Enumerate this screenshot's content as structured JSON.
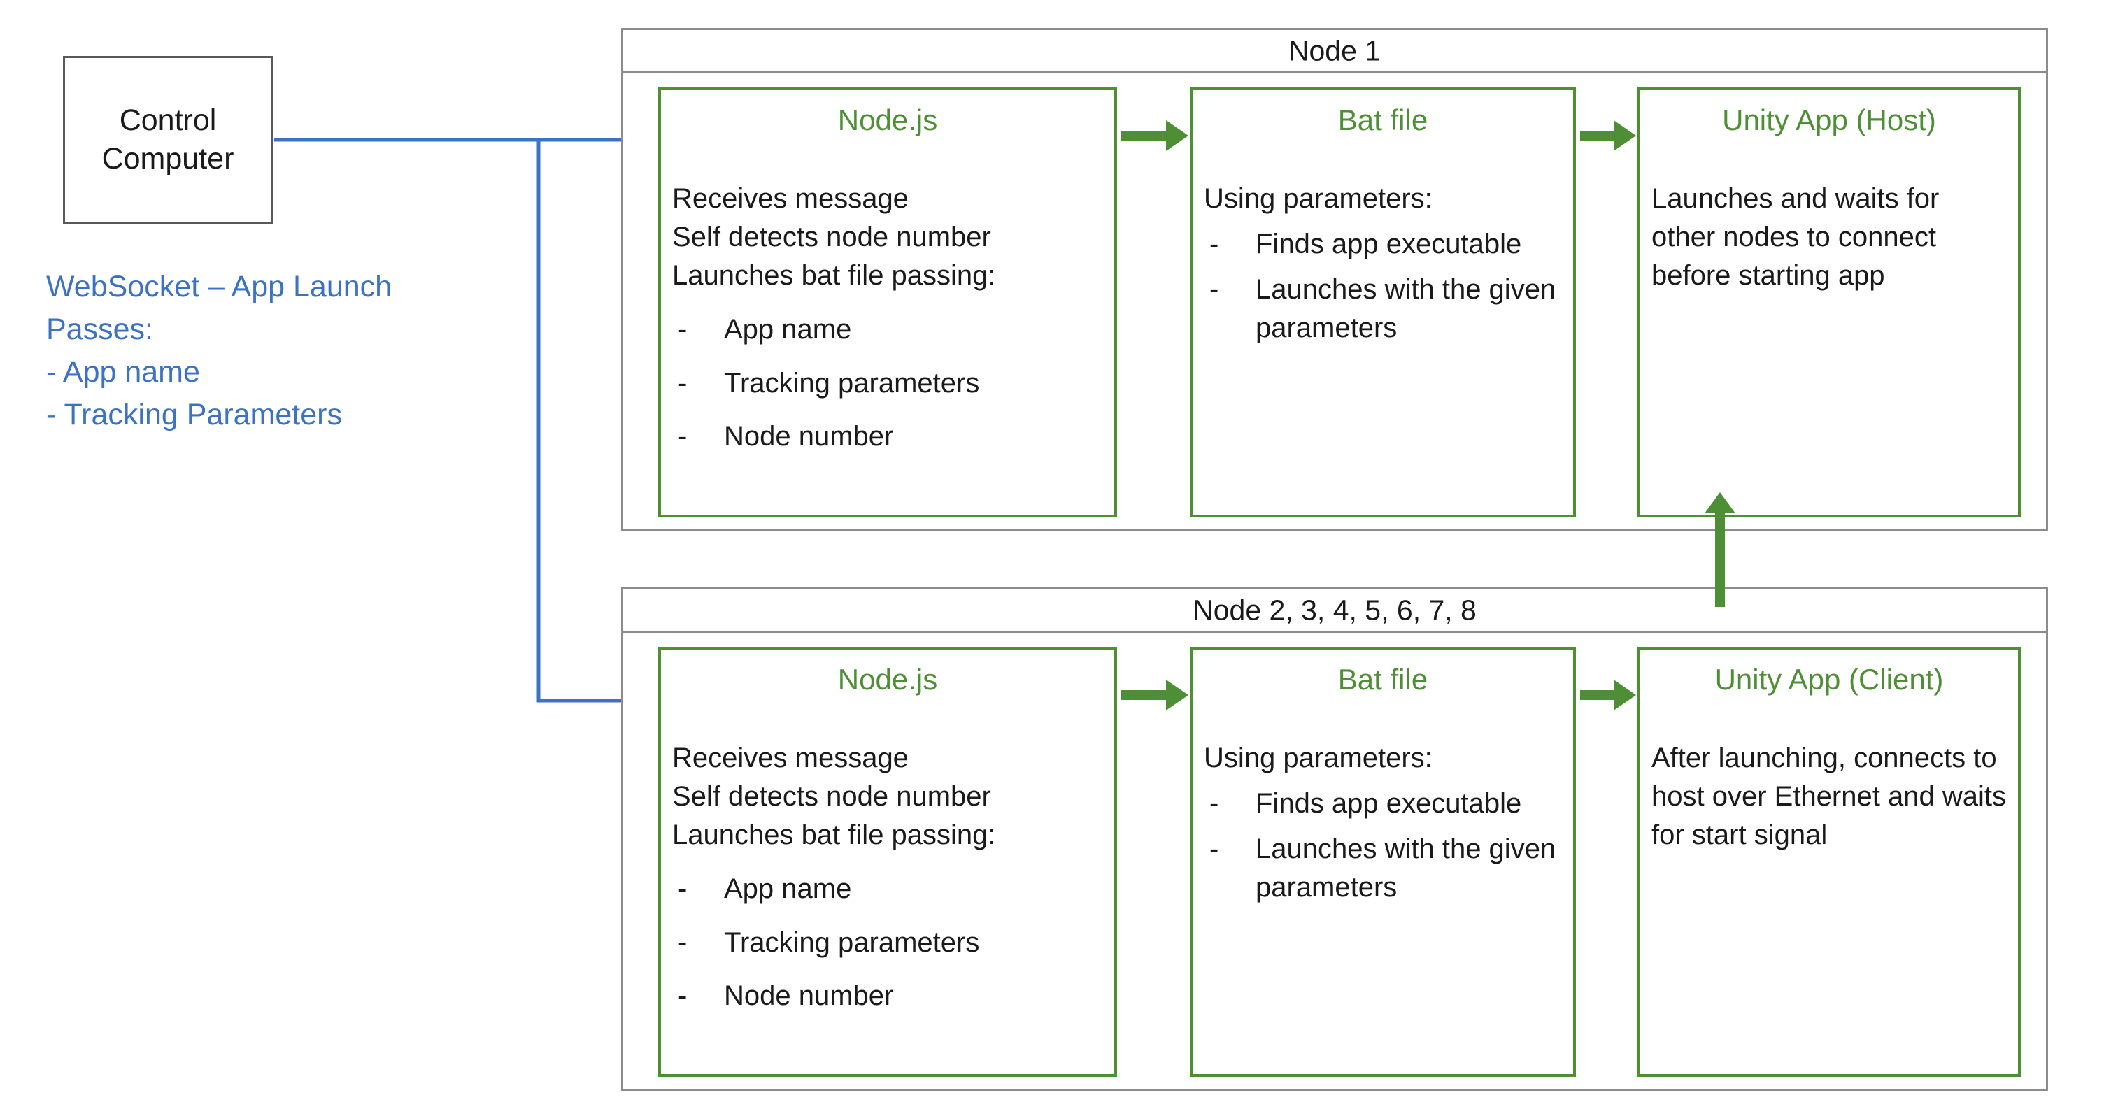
{
  "control_computer": {
    "name": "control-computer",
    "lines": [
      "Control",
      "Computer"
    ],
    "border_color": "#595959"
  },
  "websocket_note": {
    "accent_color": "#3b72c4",
    "lines": [
      "WebSocket – App Launch",
      "Passes:",
      "- App name",
      "- Tracking Parameters"
    ]
  },
  "palette": {
    "green": "#4e8f35",
    "blue": "#3b72c4",
    "gray_border": "#8c8c8c",
    "text": "#1a1a1a"
  },
  "groups": [
    {
      "id": "node1",
      "header": "Node 1",
      "cards": {
        "nodejs": {
          "title": "Node.js",
          "lines": [
            "Receives message",
            "Self detects node number",
            "Launches bat file passing:"
          ],
          "bullets": [
            "App name",
            "Tracking parameters",
            "Node number"
          ],
          "dash": "-"
        },
        "bat": {
          "title": "Bat file",
          "lines": [
            "Using parameters:"
          ],
          "bullets": [
            "Finds app executable",
            "Launches with the given parameters"
          ],
          "dash": "-"
        },
        "unity": {
          "title": "Unity App (Host)",
          "body": "Launches and waits for other nodes to connect before starting app"
        }
      }
    },
    {
      "id": "node28",
      "header": "Node 2, 3, 4, 5, 6, 7, 8",
      "cards": {
        "nodejs": {
          "title": "Node.js",
          "lines": [
            "Receives message",
            "Self detects node number",
            "Launches bat file passing:"
          ],
          "bullets": [
            "App name",
            "Tracking parameters",
            "Node number"
          ],
          "dash": "-"
        },
        "bat": {
          "title": "Bat file",
          "lines": [
            "Using parameters:"
          ],
          "bullets": [
            "Finds app executable",
            "Launches with the given parameters"
          ],
          "dash": "-"
        },
        "unity": {
          "title": "Unity App (Client)",
          "body": "After launching, connects to host over Ethernet and waits for start signal"
        }
      }
    }
  ],
  "connectors": {
    "nodejs_to_bat": "flow-arrow",
    "bat_to_unity": "flow-arrow",
    "client_to_host": "flow-arrow-up",
    "websocket_top": "websocket-wire",
    "websocket_bottom": "websocket-wire"
  }
}
